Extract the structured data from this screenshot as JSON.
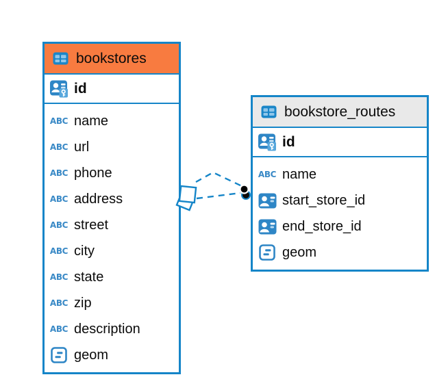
{
  "diagram": {
    "colors": {
      "accent_blue": "#1585C8",
      "orange_header": "#F87B40",
      "gray_header": "#E9E9E9",
      "icon_blue": "#2E86C6",
      "icon_badge_blue": "#57A7DC",
      "text": "#0B0B0B"
    },
    "tables": [
      {
        "title": "bookstores",
        "header_color": "#F87B40",
        "header_icon": "table-icon",
        "primary_key": {
          "label": "id",
          "icon": "primary-key-icon"
        },
        "fields": [
          {
            "label": "name",
            "icon": "abc"
          },
          {
            "label": "url",
            "icon": "abc"
          },
          {
            "label": "phone",
            "icon": "abc"
          },
          {
            "label": "address",
            "icon": "abc"
          },
          {
            "label": "street",
            "icon": "abc"
          },
          {
            "label": "city",
            "icon": "abc"
          },
          {
            "label": "state",
            "icon": "abc"
          },
          {
            "label": "zip",
            "icon": "abc"
          },
          {
            "label": "description",
            "icon": "abc"
          },
          {
            "label": "geom",
            "icon": "object"
          }
        ]
      },
      {
        "title": "bookstore_routes",
        "header_color": "#E9E9E9",
        "header_icon": "table-icon",
        "primary_key": {
          "label": "id",
          "icon": "primary-key-icon"
        },
        "fields": [
          {
            "label": "name",
            "icon": "abc"
          },
          {
            "label": "start_store_id",
            "icon": "person-card"
          },
          {
            "label": "end_store_id",
            "icon": "person-card"
          },
          {
            "label": "geom",
            "icon": "object"
          }
        ]
      }
    ],
    "relationships": [
      {
        "source_table": "bookstores",
        "target_table": "bookstore_routes",
        "line_style": "dashed",
        "source_marker": "diamond",
        "target_marker": "dot"
      },
      {
        "source_table": "bookstores",
        "target_table": "bookstore_routes",
        "line_style": "dashed",
        "source_marker": "diamond",
        "target_marker": "dot"
      }
    ]
  }
}
